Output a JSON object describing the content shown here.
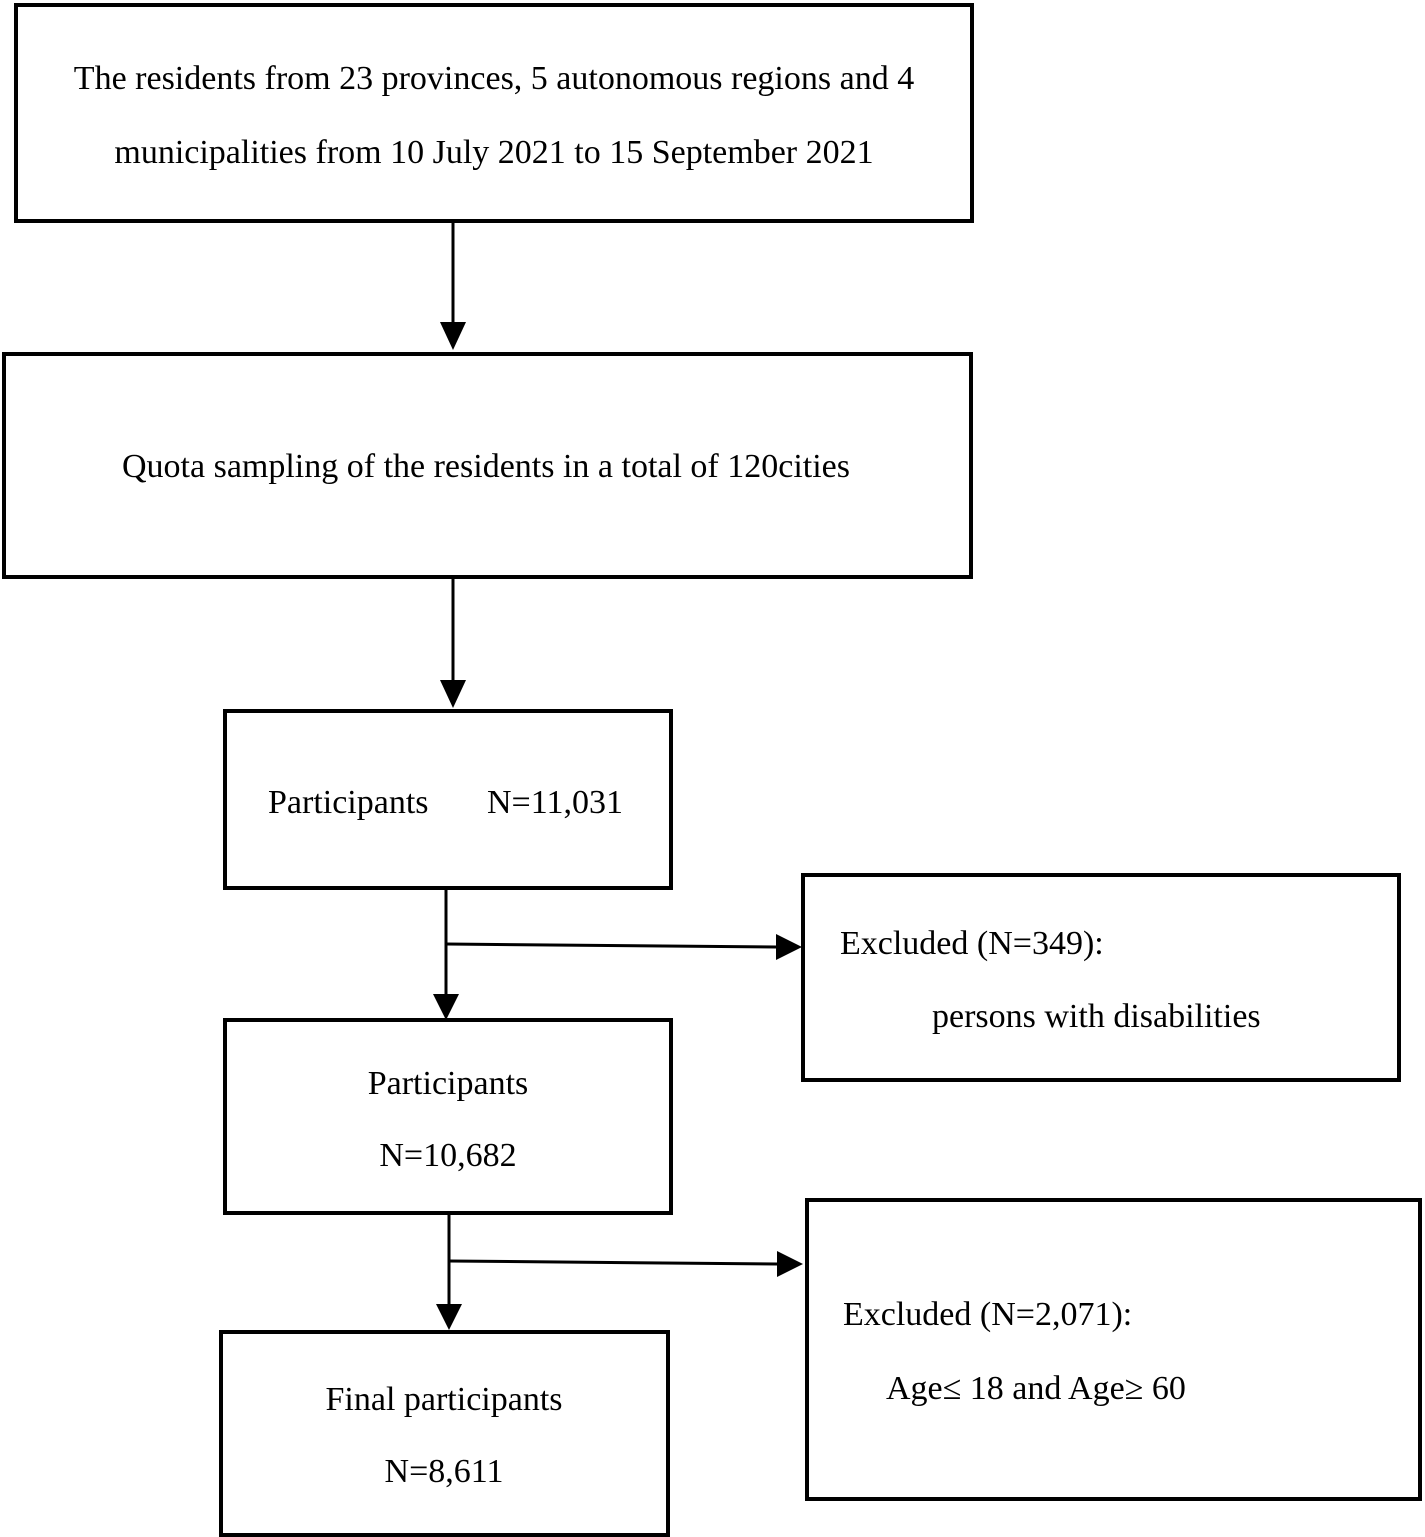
{
  "box1": {
    "line1": "The residents from 23 provinces, 5 autonomous regions and 4",
    "line2": "municipalities from 10 July 2021 to 15 September 2021"
  },
  "box2": {
    "line1": "Quota sampling of the residents in a total of 120cities"
  },
  "box3": {
    "label": "Participants",
    "count": "N=11,031"
  },
  "excluded1": {
    "line1": "Excluded (N=349):",
    "line2": "persons with disabilities"
  },
  "box4": {
    "line1": "Participants",
    "line2": "N=10,682"
  },
  "excluded2": {
    "line1": "Excluded (N=2,071):",
    "line2": "Age≤ 18 and Age≥ 60"
  },
  "box5": {
    "line1": "Final participants",
    "line2": "N=8,611"
  }
}
